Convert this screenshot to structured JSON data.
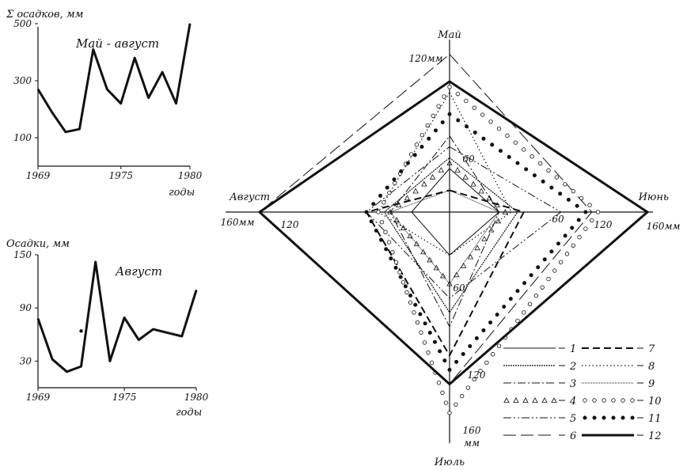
{
  "chart_data": [
    {
      "type": "line",
      "ylabel": "Σ осадков, мм",
      "annotation": "Май - август",
      "xlabel": "годы",
      "x": [
        1969,
        1970,
        1971,
        1972,
        1973,
        1974,
        1975,
        1976,
        1977,
        1978,
        1979,
        1980
      ],
      "values": [
        270,
        190,
        120,
        130,
        410,
        270,
        220,
        380,
        240,
        330,
        220,
        500
      ],
      "yticks": [
        "500",
        "300",
        "100"
      ],
      "ytick_values": [
        500,
        300,
        100
      ],
      "xticks": [
        "1969",
        "1975",
        "1980"
      ],
      "xtick_values": [
        1969,
        1975,
        1980
      ],
      "ylim": [
        0,
        500
      ],
      "xlim": [
        1969,
        1980
      ]
    },
    {
      "type": "line",
      "ylabel": "Осадки, мм",
      "annotation": "Август",
      "xlabel": "годы",
      "x": [
        1969,
        1970,
        1971,
        1972,
        1973,
        1974,
        1975,
        1976,
        1977,
        1978,
        1979,
        1980
      ],
      "values": [
        78,
        32,
        18,
        24,
        142,
        30,
        79,
        54,
        66,
        62,
        58,
        110
      ],
      "extra_point": {
        "x": 1972,
        "y": 64
      },
      "yticks": [
        "150",
        "90",
        "30"
      ],
      "ytick_values": [
        150,
        90,
        30
      ],
      "xticks": [
        "1969",
        "1975",
        "1980"
      ],
      "xtick_values": [
        1969,
        1975,
        1980
      ],
      "ylim": [
        0,
        150
      ],
      "xlim": [
        1969,
        1980
      ]
    },
    {
      "type": "radar",
      "axes": [
        "Май",
        "Июнь",
        "Июль",
        "Август"
      ],
      "axis_ticks": {
        "may": [
          "120мм",
          "60"
        ],
        "june": [
          "60",
          "120",
          "160мм"
        ],
        "july": [
          "60",
          "120",
          "160",
          "мм"
        ],
        "august": [
          "120",
          "160мм"
        ]
      },
      "rmax": 160,
      "series": [
        {
          "name": "1",
          "style": "solid-thin",
          "values": [
            40,
            40,
            30,
            32
          ]
        },
        {
          "name": "2",
          "style": "wavy",
          "values": [
            50,
            55,
            70,
            55
          ]
        },
        {
          "name": "3",
          "style": "dash-dot",
          "values": [
            70,
            40,
            80,
            50
          ]
        },
        {
          "name": "4",
          "style": "triangles",
          "values": [
            45,
            45,
            50,
            50
          ]
        },
        {
          "name": "5",
          "style": "dash-dot-dot",
          "values": [
            60,
            90,
            60,
            70
          ]
        },
        {
          "name": "6",
          "style": "long-dash",
          "values": [
            145,
            115,
            120,
            160
          ]
        },
        {
          "name": "7",
          "style": "dashed",
          "values": [
            20,
            60,
            100,
            70
          ]
        },
        {
          "name": "8",
          "style": "dotted",
          "values": [
            110,
            50,
            30,
            60
          ]
        },
        {
          "name": "9",
          "style": "fine-wavy",
          "values": [
            20,
            40,
            50,
            50
          ]
        },
        {
          "name": "10",
          "style": "open-circles",
          "values": [
            115,
            120,
            140,
            60
          ]
        },
        {
          "name": "11",
          "style": "filled-dots",
          "values": [
            90,
            110,
            110,
            70
          ]
        },
        {
          "name": "12",
          "style": "solid-thick",
          "values": [
            120,
            160,
            120,
            160
          ]
        }
      ]
    }
  ]
}
